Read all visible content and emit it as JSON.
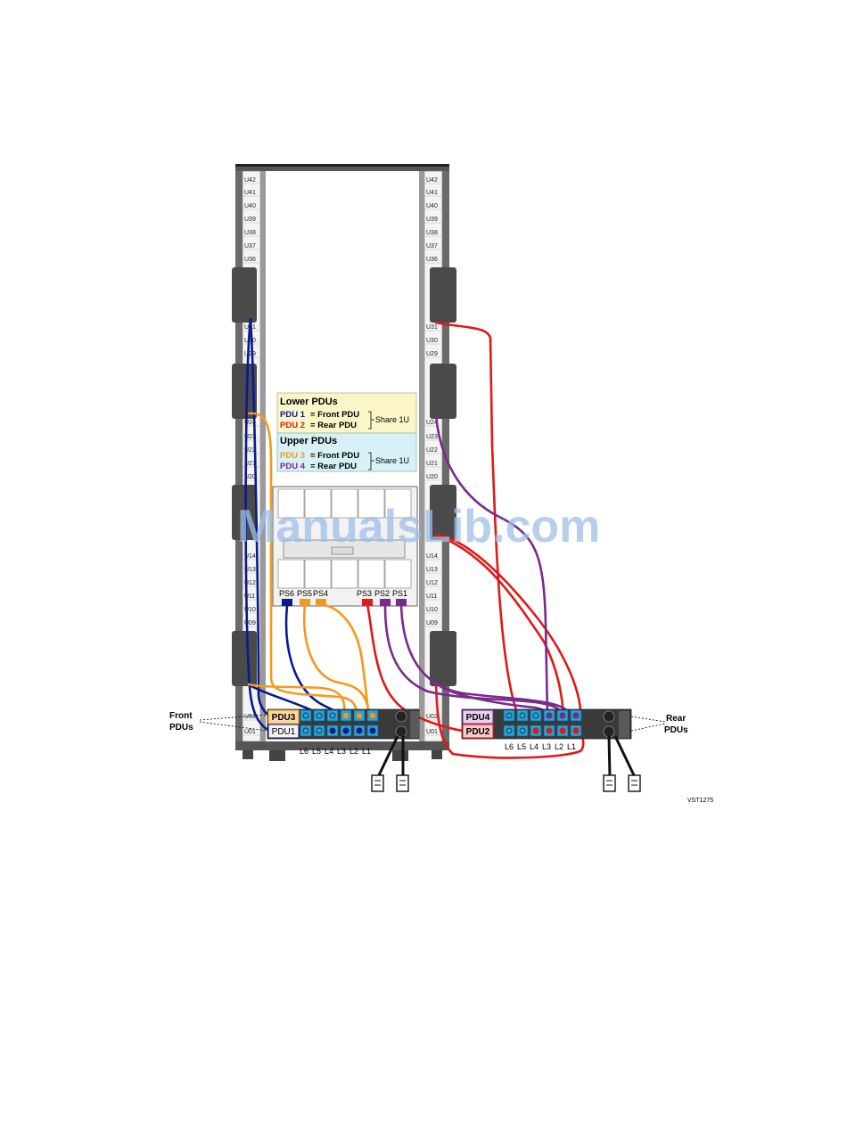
{
  "rack": {
    "left_units": [
      "U42",
      "U41",
      "U40",
      "U39",
      "U38",
      "U37",
      "U36",
      "U31",
      "U30",
      "U29",
      "U24",
      "U23",
      "U22",
      "U21",
      "U20",
      "U14",
      "U13",
      "U12",
      "U11",
      "U10",
      "U09",
      "U02",
      "U01"
    ],
    "right_units": [
      "U42",
      "U41",
      "U40",
      "U39",
      "U38",
      "U37",
      "U36",
      "U31",
      "U30",
      "U29",
      "U24",
      "U23",
      "U22",
      "U21",
      "U20",
      "U14",
      "U13",
      "U12",
      "U11",
      "U10",
      "U09",
      "U02",
      "U01"
    ]
  },
  "legend": {
    "lower_title": "Lower PDUs",
    "lower_pdu1_name": "PDU 1",
    "lower_pdu1_desc": "= Front PDU",
    "lower_pdu2_name": "PDU 2",
    "lower_pdu2_desc": "= Rear PDU",
    "lower_share": "Share 1U",
    "upper_title": "Upper PDUs",
    "upper_pdu3_name": "PDU 3",
    "upper_pdu3_desc": "= Front PDU",
    "upper_pdu4_name": "PDU 4",
    "upper_pdu4_desc": "= Rear PDU",
    "upper_share": "Share 1U"
  },
  "power_supplies": [
    "PS6",
    "PS5",
    "PS4",
    "PS3",
    "PS2",
    "PS1"
  ],
  "front": {
    "label_line1": "Front",
    "label_line2": "PDUs",
    "pdu_top": "PDU3",
    "pdu_bottom": "PDU1",
    "line_labels": [
      "L6",
      "L5",
      "L4",
      "L3",
      "L2",
      "L1"
    ]
  },
  "rear": {
    "label_line1": "Rear",
    "label_line2": "PDUs",
    "pdu_top": "PDU4",
    "pdu_bottom": "PDU2",
    "line_labels": [
      "L6",
      "L5",
      "L4",
      "L3",
      "L2",
      "L1"
    ]
  },
  "figure_id": "VST1275",
  "watermark": "ManualsLib.com",
  "colors": {
    "pdu1": "#0a1a8c",
    "pdu2": "#e01818",
    "pdu3": "#f39a1b",
    "pdu4": "#7a2a8c",
    "lower_legend_bg": "#fbf6c8",
    "upper_legend_bg": "#d7f1f7",
    "outlet": "#2aa3d8"
  }
}
